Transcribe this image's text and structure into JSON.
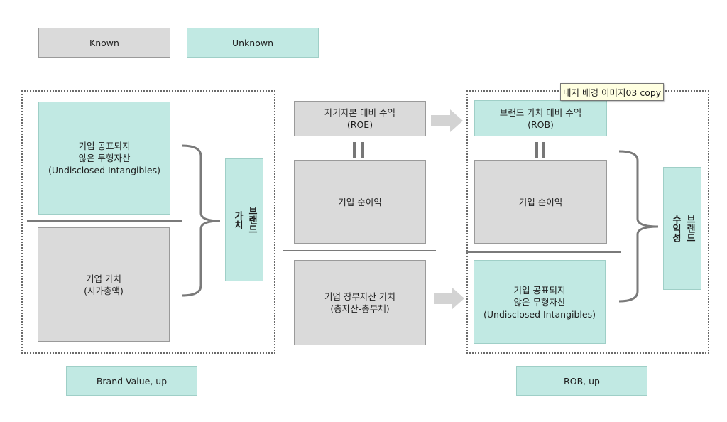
{
  "legend": {
    "known": "Known",
    "unknown": "Unknown"
  },
  "left": {
    "undisclosed": [
      "기업 공표되지",
      "않은 무형자산",
      "(Undisclosed Intangibles)"
    ],
    "enterprise_value": [
      "기업 가치",
      "(시가총액)"
    ],
    "brand_value_label": [
      "브랜드",
      "가치"
    ],
    "footer": "Brand Value, up"
  },
  "middle": {
    "roe": [
      "자기자본 대비 수익",
      "(ROE)"
    ],
    "net_income": "기업 순이익",
    "book_value": [
      "기업 장부자산 가치",
      "(총자산-총부채)"
    ]
  },
  "right": {
    "rob": [
      "브랜드 가치 대비 수익",
      "(ROB)"
    ],
    "net_income": "기업 순이익",
    "undisclosed": [
      "기업 공표되지",
      "않은 무형자산",
      "(Undisclosed Intangibles)"
    ],
    "brand_profit_label": [
      "브랜드",
      "수익성"
    ],
    "footer": "ROB, up"
  },
  "tooltip": "내지 배경 이미지03 copy",
  "colors": {
    "known": "#dadada",
    "unknown": "#c1e9e3"
  }
}
